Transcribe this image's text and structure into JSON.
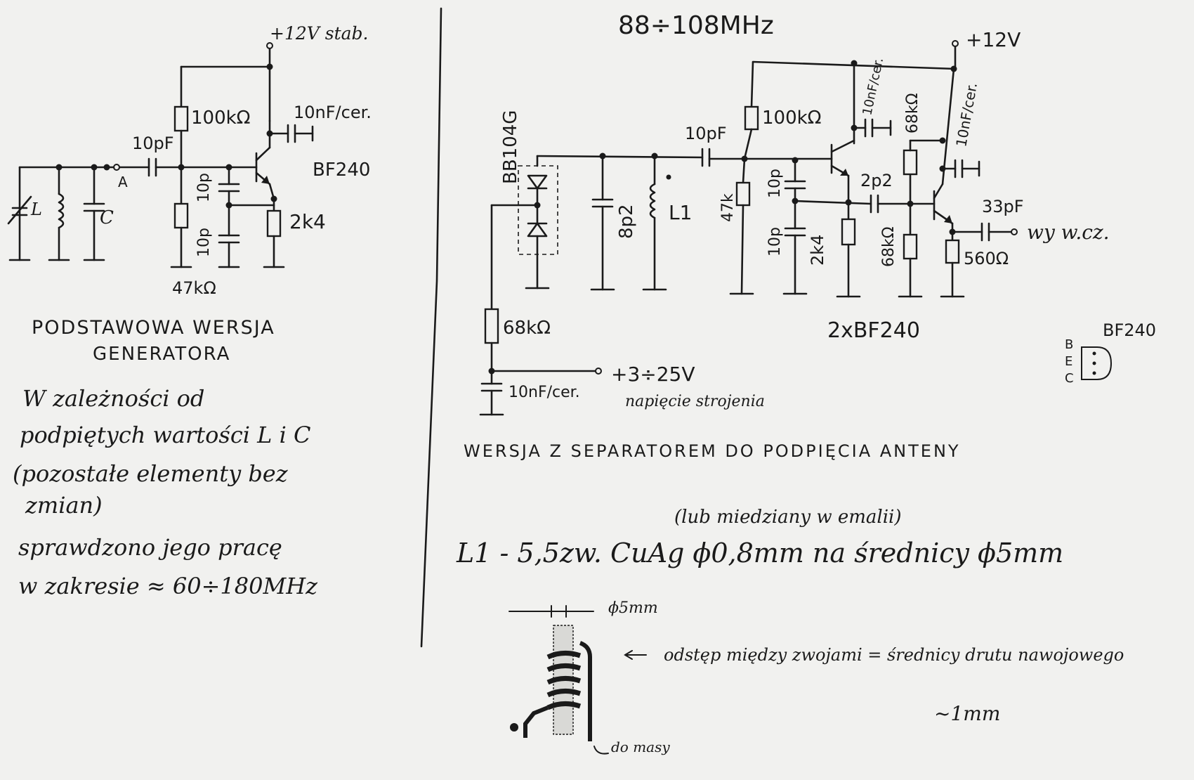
{
  "left": {
    "supply": "+12V stab.",
    "r_top": "100kΩ",
    "r_bottom": "47kΩ",
    "c_decoup": "10nF/cer.",
    "c_coupling": "10pF",
    "c_fb1": "10p",
    "c_fb2": "10p",
    "r_emitter": "2k4",
    "transistor": "BF240",
    "tank_l": "L",
    "tank_c": "C",
    "node_a": "A",
    "title_line1": "PODSTAWOWA WERSJA",
    "title_line2": "GENERATORA",
    "note_lines": [
      "W zależności od",
      "podpiętych wartości L i C",
      "(pozostałe elementy bez",
      "zmian)",
      "sprawdzono jego pracę",
      "w zakresie ≈ 60÷180MHz"
    ]
  },
  "right": {
    "range": "88÷108MHz",
    "supply": "+12V",
    "varicap": "BB104G",
    "c_tank": "8p2",
    "coil": "L1",
    "c_coupling": "10pF",
    "r_top": "100kΩ",
    "r_bottom": "47k",
    "c_fb1": "10p",
    "c_fb2": "10p",
    "r_emitter1": "2k4",
    "c_decoup1": "10nF/cer.",
    "c_inter": "2p2",
    "r_b2_top": "68kΩ",
    "r_b2_bottom": "68kΩ",
    "c_decoup2": "10nF/cer.",
    "r_emitter2": "560Ω",
    "c_out": "33pF",
    "output": "wy w.cz.",
    "r_tune": "68kΩ",
    "c_tune": "10nF/cer.",
    "tune_voltage": "+3÷25V",
    "tune_label": "napięcie strojenia",
    "transistors": "2xBF240",
    "pinout_title": "BF240",
    "pinout_pins": [
      "B",
      "E",
      "C"
    ],
    "title": "WERSJA Z SEPARATOREM DO PODPIĘCIA ANTENY",
    "note_copper": "(lub miedziany w emalii)",
    "coil_spec": "L1 - 5,5zw. CuAg ϕ0,8mm na średnicy ϕ5mm",
    "coil_diameter": "ϕ5mm",
    "spacing_note": "odstęp między zwojami = średnicy drutu nawojowego",
    "spacing_value": "~1mm",
    "ground_note": "do masy"
  }
}
